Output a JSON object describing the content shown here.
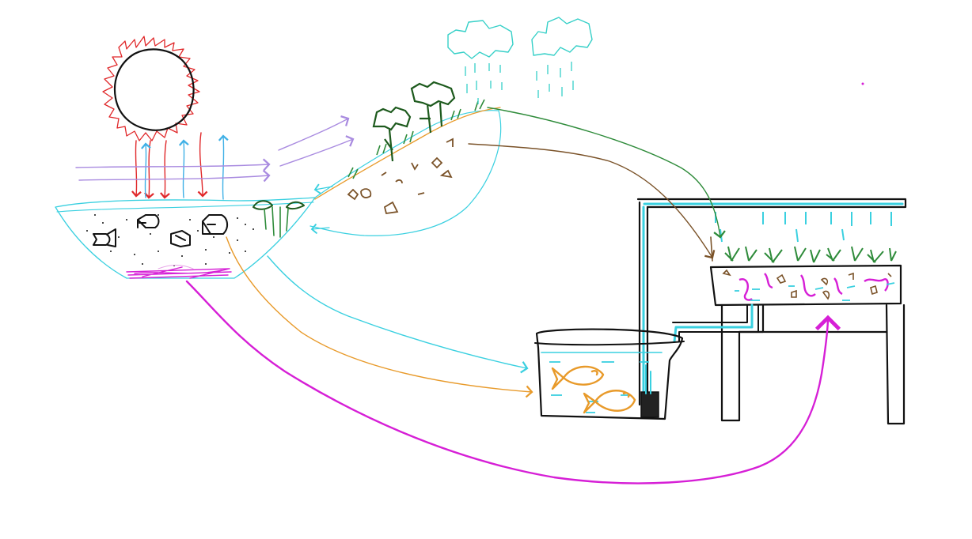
{
  "diagram": {
    "title": "",
    "elements": [
      {
        "name": "sun",
        "kind": "sun-icon"
      },
      {
        "name": "rain-clouds",
        "kind": "cloud-icon",
        "count": 2
      },
      {
        "name": "pond",
        "kind": "pond",
        "fish_count": 4
      },
      {
        "name": "hillside",
        "kind": "hill-with-plants"
      },
      {
        "name": "fish-tank",
        "kind": "tank",
        "fish_count": 2
      },
      {
        "name": "grow-bed",
        "kind": "raised-bed-with-worms"
      }
    ],
    "flows": [
      {
        "name": "sunlight-flow",
        "color": "#e0282a"
      },
      {
        "name": "evaporation-flow",
        "color": "#3fb0e6"
      },
      {
        "name": "wind-flow",
        "color": "#a98be0"
      },
      {
        "name": "rain-flow",
        "color": "#36d0c8"
      },
      {
        "name": "plant-flow",
        "color": "#2e8b3a"
      },
      {
        "name": "soil-flow",
        "color": "#7a5228"
      },
      {
        "name": "water-flow",
        "color": "#3ad0e0"
      },
      {
        "name": "fish-flow",
        "color": "#e89a2a"
      },
      {
        "name": "nutrient-flow",
        "color": "#d61fd6"
      }
    ],
    "colors": {
      "outline": "#111111",
      "sun": "#e0282a",
      "water": "#3ad0e0",
      "plant_dark": "#1d5a1d",
      "plant_light": "#2e8b3a",
      "soil": "#7a5228",
      "fish": "#e89a2a",
      "worm": "#d61fd6",
      "cloud": "#36d0c8"
    }
  }
}
